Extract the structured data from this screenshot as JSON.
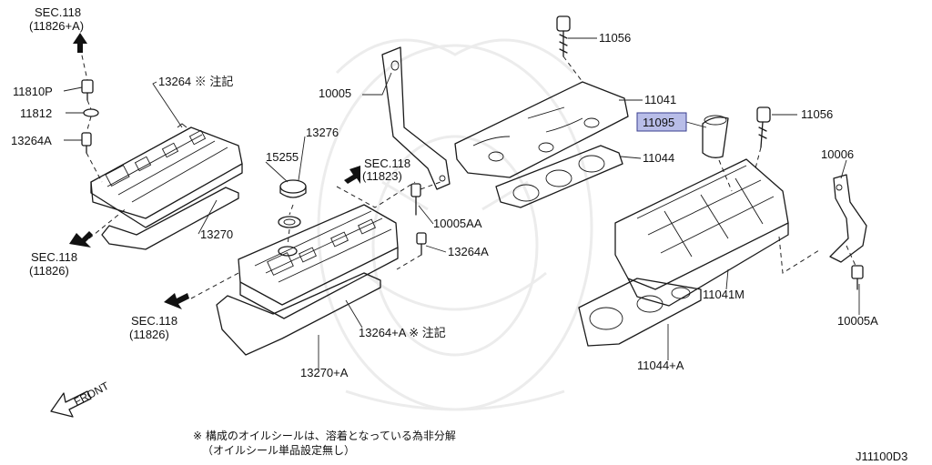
{
  "diagram": {
    "figure_id": "J11100D3",
    "highlighted_part": "11095",
    "labels": {
      "sec118_top_a": "SEC.118",
      "sec118_top_b": "(11826+A)",
      "p11810P": "11810P",
      "p11812": "11812",
      "p13264A_left": "13264A",
      "p13264_note": "13264 ※ 注記",
      "p13270": "13270",
      "sec118_left_a": "SEC.118",
      "sec118_left_b": "(11826)",
      "p13276": "13276",
      "p15255": "15255",
      "sec118_mid_a": "SEC.118",
      "sec118_mid_b": "(11823)",
      "p10005": "10005",
      "p11056_top": "11056",
      "p11041": "11041",
      "p11095": "11095",
      "p11056_right": "11056",
      "p11044": "11044",
      "p10005AA": "10005AA",
      "p13264A_mid": "13264A",
      "sec118_low_a": "SEC.118",
      "sec118_low_b": "(11826)",
      "p13264A_note": "13264+A ※ 注記",
      "p13270A": "13270+A",
      "p10006": "10006",
      "p11041M": "11041M",
      "p10005A": "10005A",
      "p11044A": "11044+A",
      "front": "FRONT"
    },
    "note_line1": "※ 構成のオイルシールは、溶着となっている為非分解",
    "note_line2": "（オイルシール単品設定無し）"
  }
}
